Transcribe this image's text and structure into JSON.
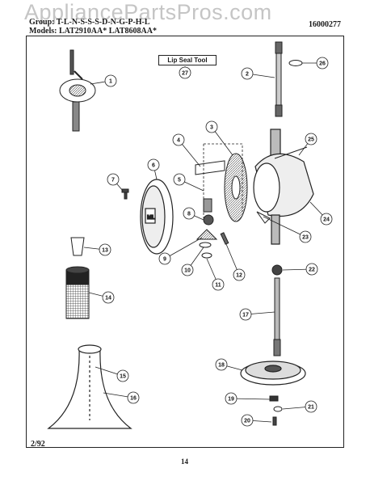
{
  "watermark": "AppliancePartsPros.com",
  "header": {
    "title_line": "Group: T-L-N-S-S-S-D-N-G-P-H-L",
    "models_line": "Models: LAT2910AA* LAT8608AA*",
    "part_number": "16000277"
  },
  "tool_label": "Lip Seal Tool",
  "footer": {
    "date": "2/92",
    "page": "14"
  },
  "callouts": [
    "1",
    "2",
    "3",
    "4",
    "5",
    "6",
    "7",
    "8",
    "9",
    "10",
    "11",
    "12",
    "13",
    "14",
    "15",
    "16",
    "17",
    "18",
    "19",
    "20",
    "21",
    "22",
    "23",
    "24",
    "25",
    "26",
    "27"
  ]
}
